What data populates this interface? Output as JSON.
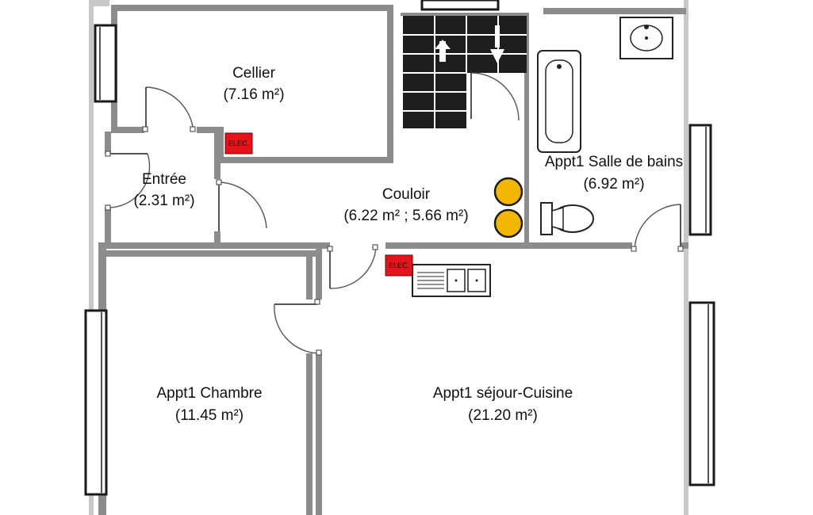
{
  "rooms": {
    "cellier": {
      "name": "Cellier",
      "area": "(7.16 m²)"
    },
    "entree": {
      "name": "Entrée",
      "area": "(2.31 m²)"
    },
    "couloir": {
      "name": "Couloir",
      "area": "(6.22 m² ; 5.66 m²)"
    },
    "salle_de_bains": {
      "name": "Appt1 Salle de bains",
      "area": "(6.92 m²)"
    },
    "chambre": {
      "name": "Appt1 Chambre",
      "area": "(11.45 m²)"
    },
    "sejour_cuisine": {
      "name": "Appt1 séjour-Cuisine",
      "area": "(21.20 m²)"
    }
  },
  "electrical_panels": [
    {
      "label": "ELEC."
    },
    {
      "label": "ELEC."
    }
  ],
  "colors": {
    "wall": "#8c8c8c",
    "elec_panel": "#e3141c",
    "tank": "#f2b705"
  }
}
